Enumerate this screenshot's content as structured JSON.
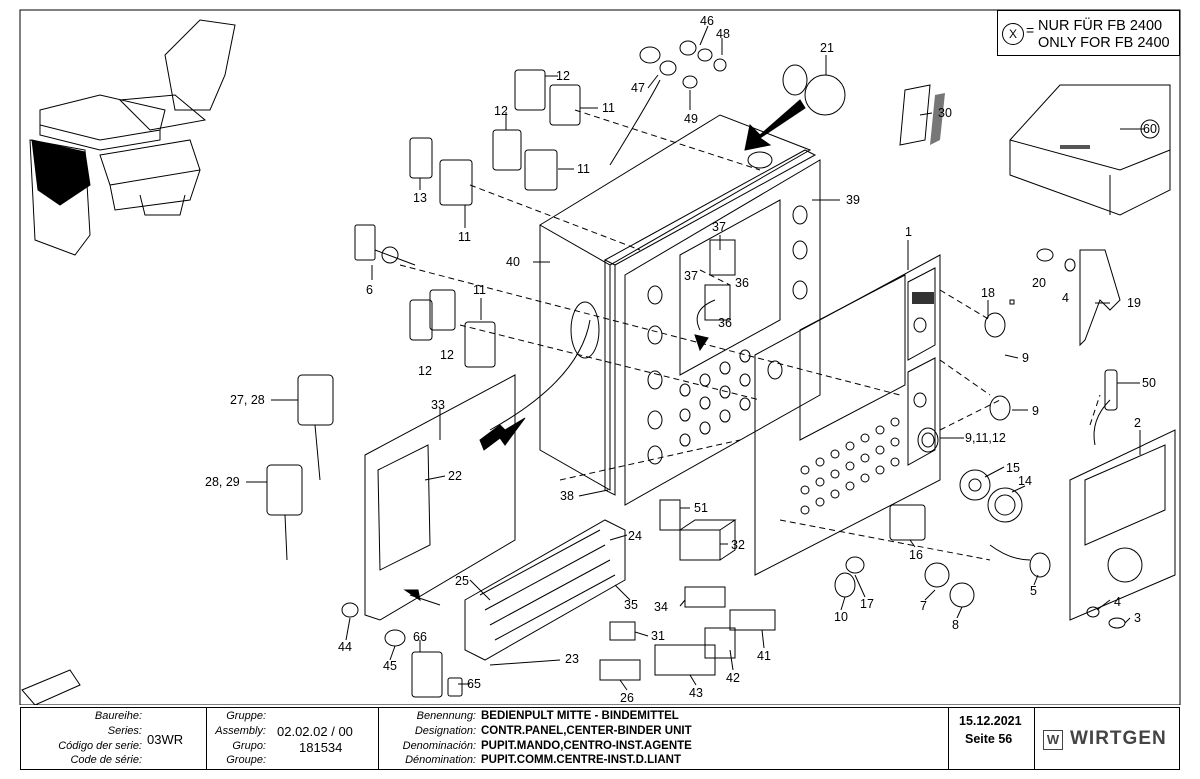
{
  "legend": {
    "symbol": "X",
    "equals": "=",
    "line1": "NUR FÜR   FB 2400",
    "line2": "ONLY FOR FB 2400"
  },
  "callouts": [
    {
      "id": "c46",
      "text": "46"
    },
    {
      "id": "c48",
      "text": "48"
    },
    {
      "id": "c47",
      "text": "47"
    },
    {
      "id": "c49",
      "text": "49"
    },
    {
      "id": "c21",
      "text": "21"
    },
    {
      "id": "c12a",
      "text": "12"
    },
    {
      "id": "c11a",
      "text": "11"
    },
    {
      "id": "c12b",
      "text": "12"
    },
    {
      "id": "c11b",
      "text": "11"
    },
    {
      "id": "c13",
      "text": "13"
    },
    {
      "id": "c11c",
      "text": "11"
    },
    {
      "id": "c30",
      "text": "30"
    },
    {
      "id": "c60",
      "text": "60"
    },
    {
      "id": "c39",
      "text": "39"
    },
    {
      "id": "c1",
      "text": "1"
    },
    {
      "id": "c37a",
      "text": "37"
    },
    {
      "id": "c37b",
      "text": "37"
    },
    {
      "id": "c36a",
      "text": "36"
    },
    {
      "id": "c36b",
      "text": "36"
    },
    {
      "id": "c40",
      "text": "40"
    },
    {
      "id": "c6",
      "text": "6"
    },
    {
      "id": "c11d",
      "text": "11"
    },
    {
      "id": "c12c",
      "text": "12"
    },
    {
      "id": "c12d",
      "text": "12"
    },
    {
      "id": "c20",
      "text": "20"
    },
    {
      "id": "c4a",
      "text": "4"
    },
    {
      "id": "c19",
      "text": "19"
    },
    {
      "id": "c18",
      "text": "18"
    },
    {
      "id": "c9a",
      "text": "9"
    },
    {
      "id": "c50",
      "text": "50"
    },
    {
      "id": "c9b",
      "text": "9"
    },
    {
      "id": "c2728",
      "text": "27, 28"
    },
    {
      "id": "c33",
      "text": "33"
    },
    {
      "id": "c91112",
      "text": "9,11,12"
    },
    {
      "id": "c2",
      "text": "2"
    },
    {
      "id": "c2829",
      "text": "28, 29"
    },
    {
      "id": "c22",
      "text": "22"
    },
    {
      "id": "c15",
      "text": "15"
    },
    {
      "id": "c14",
      "text": "14"
    },
    {
      "id": "c38",
      "text": "38"
    },
    {
      "id": "c51",
      "text": "51"
    },
    {
      "id": "c24",
      "text": "24"
    },
    {
      "id": "c32",
      "text": "32"
    },
    {
      "id": "c16",
      "text": "16"
    },
    {
      "id": "c5",
      "text": "5"
    },
    {
      "id": "c25",
      "text": "25"
    },
    {
      "id": "c35",
      "text": "35"
    },
    {
      "id": "c34",
      "text": "34"
    },
    {
      "id": "c7",
      "text": "7"
    },
    {
      "id": "c10",
      "text": "10"
    },
    {
      "id": "c17",
      "text": "17"
    },
    {
      "id": "c4b",
      "text": "4"
    },
    {
      "id": "c3",
      "text": "3"
    },
    {
      "id": "c8",
      "text": "8"
    },
    {
      "id": "c44",
      "text": "44"
    },
    {
      "id": "c66",
      "text": "66"
    },
    {
      "id": "c31",
      "text": "31"
    },
    {
      "id": "c41",
      "text": "41"
    },
    {
      "id": "c45",
      "text": "45"
    },
    {
      "id": "c23",
      "text": "23"
    },
    {
      "id": "c42",
      "text": "42"
    },
    {
      "id": "c65",
      "text": "65"
    },
    {
      "id": "c43",
      "text": "43"
    },
    {
      "id": "c26",
      "text": "26"
    }
  ],
  "titleblock": {
    "baureihe_labels": [
      "Baureihe:",
      "Series:",
      "Código der serie:",
      "Code de série:"
    ],
    "series_value": "03WR",
    "gruppe_labels": [
      "Gruppe:",
      "Assembly:",
      "Grupo:",
      "Groupe:"
    ],
    "assembly_value": "02.02.02 / 00",
    "group_value": "181534",
    "benennung_labels": [
      "Benennung:",
      "Designation:",
      "Denominación:",
      "Dénomination:"
    ],
    "designation_values": [
      "BEDIENPULT MITTE - BINDEMITTEL",
      "CONTR.PANEL,CENTER-BINDER UNIT",
      "PUPIT.MANDO,CENTRO-INST.AGENTE",
      "PUPIT.COMM.CENTRE-INST.D.LIANT"
    ],
    "date": "15.12.2021",
    "page": "Seite 56",
    "logo_mark": "W",
    "brand": "WIRTGEN"
  }
}
